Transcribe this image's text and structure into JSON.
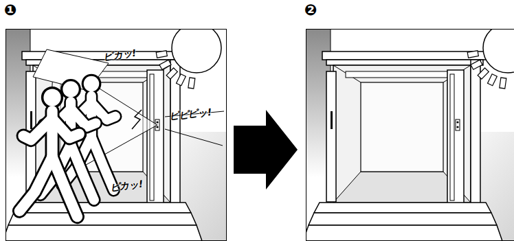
{
  "diagram": {
    "nodes": [
      {
        "text": [
          "❶"
        ]
      },
      {
        "text": [
          "❷"
        ]
      }
    ],
    "edges": [
      {
        "from": 0,
        "to": 1,
        "arrow": "to"
      }
    ],
    "labels": [
      "ピカッ!",
      "ピピピッ!",
      "ピカッ!"
    ]
  }
}
